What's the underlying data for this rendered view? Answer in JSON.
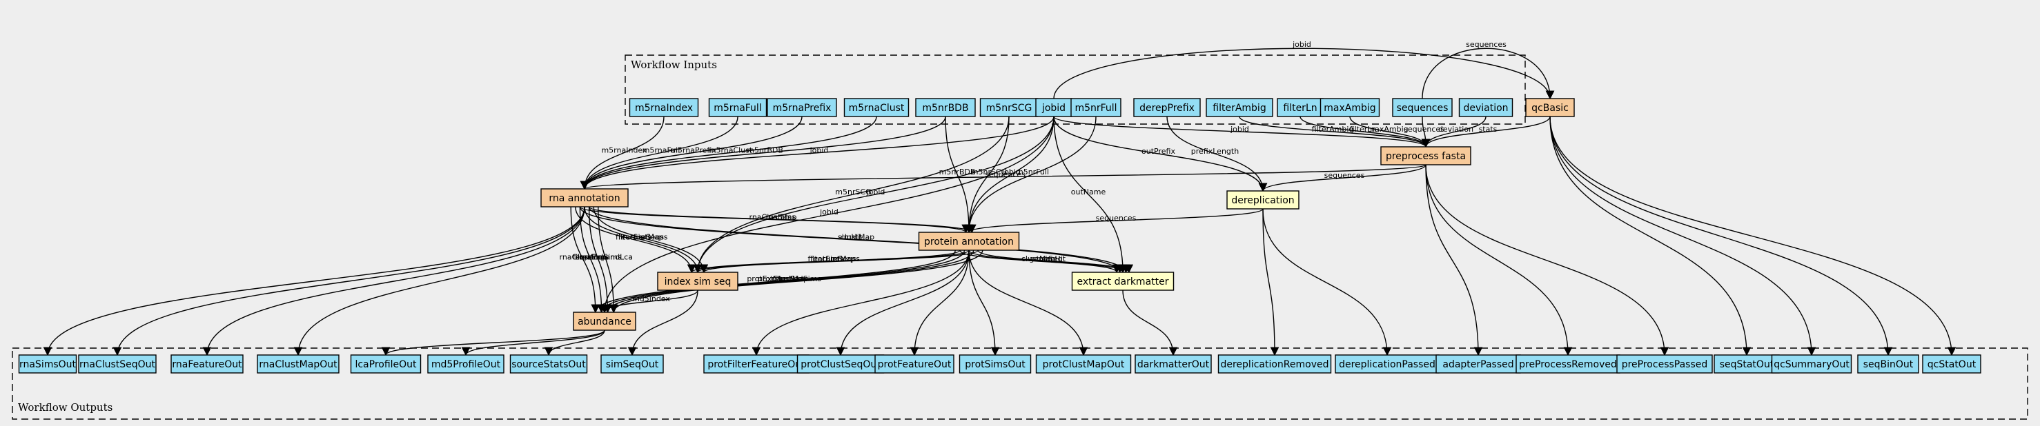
{
  "colors": {
    "input": "#94ddf4",
    "step": "#f7ca9a",
    "tool": "#ffffc8",
    "line": "#000000"
  },
  "clusters": {
    "inputs": "Workflow Inputs",
    "outputs": "Workflow Outputs"
  },
  "nodes": {
    "m5rnaIndex": "m5rnaIndex",
    "m5rnaFull": "m5rnaFull",
    "m5rnaPrefix": "m5rnaPrefix",
    "m5rnaClust": "m5rnaClust",
    "m5nrBDB": "m5nrBDB",
    "m5nrSCG": "m5nrSCG",
    "jobid": "jobid",
    "m5nrFull": "m5nrFull",
    "derepPrefix": "derepPrefix",
    "filterAmbig": "filterAmbig",
    "filterLn": "filterLn",
    "maxAmbig": "maxAmbig",
    "sequences": "sequences",
    "deviation": "deviation",
    "qcBasic": "qcBasic",
    "preprocess": "preprocess fasta",
    "dereplication": "dereplication",
    "rnaAnnotation": "rna annotation",
    "proteinAnnotation": "protein annotation",
    "indexSimSeq": "index sim seq",
    "extractDarkmatter": "extract darkmatter",
    "abundance": "abundance",
    "rnaSimsOut": "rnaSimsOut",
    "rnaClustSeqOut": "rnaClustSeqOut",
    "rnaFeatureOut": "rnaFeatureOut",
    "rnaClustMapOut": "rnaClustMapOut",
    "lcaProfileOut": "lcaProfileOut",
    "md5ProfileOut": "md5ProfileOut",
    "sourceStatsOut": "sourceStatsOut",
    "simSeqOut": "simSeqOut",
    "protFilterFeatureOut": "protFilterFeatureOut",
    "protClustSeqOut": "protClustSeqOut",
    "protFeatureOut": "protFeatureOut",
    "protSimsOut": "protSimsOut",
    "protClustMapOut": "protClustMapOut",
    "darkmatterOut": "darkmatterOut",
    "dereplicationRemoved": "dereplicationRemoved",
    "dereplicationPassed": "dereplicationPassed",
    "adapterPassed": "adapterPassed",
    "preProcessRemoved": "preProcessRemoved",
    "preProcessPassed": "preProcessPassed",
    "seqStatOut": "seqStatOut",
    "qcSummaryOut": "qcSummaryOut",
    "seqBinOut": "seqBinOut",
    "qcStatOut": "qcStatOut"
  },
  "edges": [
    {
      "from": "jobid",
      "to": "qcBasic",
      "label": "jobid"
    },
    {
      "from": "sequences",
      "to": "qcBasic",
      "label": "sequences"
    },
    {
      "from": "jobid",
      "to": "preprocess",
      "label": "jobid"
    },
    {
      "from": "filterAmbig",
      "to": "preprocess",
      "label": "filterAmbig"
    },
    {
      "from": "filterLn",
      "to": "preprocess",
      "label": "filterLn"
    },
    {
      "from": "maxAmbig",
      "to": "preprocess",
      "label": "maxAmbig"
    },
    {
      "from": "sequences",
      "to": "preprocess",
      "label": "sequences"
    },
    {
      "from": "deviation",
      "to": "preprocess",
      "label": "deviation"
    },
    {
      "from": "qcBasic",
      "to": "preprocess",
      "label": "stats"
    },
    {
      "from": "derepPrefix",
      "to": "dereplication",
      "label": "prefixLength"
    },
    {
      "from": "jobid",
      "to": "dereplication",
      "label": "outPrefix"
    },
    {
      "from": "preprocess",
      "to": "dereplication",
      "label": "sequences"
    },
    {
      "from": "m5rnaIndex",
      "to": "rnaAnnotation",
      "label": "m5rnaIndex"
    },
    {
      "from": "m5nrBDB",
      "to": "rnaAnnotation",
      "label": "m5nrBDB"
    },
    {
      "from": "jobid",
      "to": "rnaAnnotation",
      "label": "jobid"
    },
    {
      "from": "m5rnaFull",
      "to": "rnaAnnotation",
      "label": "m5rnaFull"
    },
    {
      "from": "m5rnaPrefix",
      "to": "rnaAnnotation",
      "label": "m5rnaPrefix"
    },
    {
      "from": "m5rnaClust",
      "to": "rnaAnnotation",
      "label": "m5rnaClust"
    },
    {
      "from": "preprocess",
      "to": "rnaAnnotation",
      "label": "sequences"
    },
    {
      "from": "jobid",
      "to": "proteinAnnotation",
      "label": "jobid"
    },
    {
      "from": "m5nrSCG",
      "to": "proteinAnnotation",
      "label": "m5nrSCG"
    },
    {
      "from": "m5nrFull",
      "to": "proteinAnnotation",
      "label": "m5nrFull"
    },
    {
      "from": "m5nrBDB",
      "to": "proteinAnnotation",
      "label": "m5nrBDB"
    },
    {
      "from": "dereplication",
      "to": "proteinAnnotation",
      "label": "sequences"
    },
    {
      "from": "rnaAnnotation",
      "to": "proteinAnnotation",
      "label": "rnaClustMap"
    },
    {
      "from": "rnaAnnotation",
      "to": "proteinAnnotation",
      "label": "rnaSims"
    },
    {
      "from": "jobid",
      "to": "indexSimSeq",
      "label": "jobid"
    },
    {
      "from": "m5nrSCG",
      "to": "indexSimSeq",
      "label": "m5nrSCG"
    },
    {
      "from": "rnaAnnotation",
      "to": "indexSimSeq",
      "label": "filterSims"
    },
    {
      "from": "rnaAnnotation",
      "to": "indexSimSeq",
      "label": "featureSeqs"
    },
    {
      "from": "rnaAnnotation",
      "to": "indexSimSeq",
      "label": "clustMaps"
    },
    {
      "from": "proteinAnnotation",
      "to": "indexSimSeq",
      "label": "filterSims"
    },
    {
      "from": "proteinAnnotation",
      "to": "indexSimSeq",
      "label": "featureSeqs"
    },
    {
      "from": "proteinAnnotation",
      "to": "indexSimSeq",
      "label": "clustMaps"
    },
    {
      "from": "jobid",
      "to": "extractDarkmatter",
      "label": "outName"
    },
    {
      "from": "rnaAnnotation",
      "to": "extractDarkmatter",
      "label": "simHit"
    },
    {
      "from": "rnaAnnotation",
      "to": "extractDarkmatter",
      "label": "clustMap"
    },
    {
      "from": "proteinAnnotation",
      "to": "extractDarkmatter",
      "label": "clustMap"
    },
    {
      "from": "proteinAnnotation",
      "to": "extractDarkmatter",
      "label": "geneSeq"
    },
    {
      "from": "proteinAnnotation",
      "to": "extractDarkmatter",
      "label": "simHit"
    },
    {
      "from": "jobid",
      "to": "abundance",
      "label": "jobid"
    },
    {
      "from": "rnaAnnotation",
      "to": "abundance",
      "label": "rnaClustMap"
    },
    {
      "from": "rnaAnnotation",
      "to": "abundance",
      "label": "filterSims"
    },
    {
      "from": "rnaAnnotation",
      "to": "abundance",
      "label": "expandSims"
    },
    {
      "from": "rnaAnnotation",
      "to": "abundance",
      "label": "rnaExpandLca"
    },
    {
      "from": "proteinAnnotation",
      "to": "abundance",
      "label": "protExpandLca"
    },
    {
      "from": "proteinAnnotation",
      "to": "abundance",
      "label": "protClustMap"
    },
    {
      "from": "proteinAnnotation",
      "to": "abundance",
      "label": "filterSims"
    },
    {
      "from": "proteinAnnotation",
      "to": "abundance",
      "label": "expandSims"
    },
    {
      "from": "indexSimSeq",
      "to": "abundance",
      "label": "md5index"
    },
    {
      "from": "rnaAnnotation",
      "to": "rnaSimsOut",
      "label": ""
    },
    {
      "from": "rnaAnnotation",
      "to": "rnaClustSeqOut",
      "label": ""
    },
    {
      "from": "rnaAnnotation",
      "to": "rnaFeatureOut",
      "label": ""
    },
    {
      "from": "rnaAnnotation",
      "to": "rnaClustMapOut",
      "label": ""
    },
    {
      "from": "abundance",
      "to": "lcaProfileOut",
      "label": ""
    },
    {
      "from": "abundance",
      "to": "md5ProfileOut",
      "label": ""
    },
    {
      "from": "abundance",
      "to": "sourceStatsOut",
      "label": ""
    },
    {
      "from": "indexSimSeq",
      "to": "simSeqOut",
      "label": ""
    },
    {
      "from": "proteinAnnotation",
      "to": "protFilterFeatureOut",
      "label": ""
    },
    {
      "from": "proteinAnnotation",
      "to": "protClustSeqOut",
      "label": ""
    },
    {
      "from": "proteinAnnotation",
      "to": "protFeatureOut",
      "label": ""
    },
    {
      "from": "proteinAnnotation",
      "to": "protSimsOut",
      "label": ""
    },
    {
      "from": "proteinAnnotation",
      "to": "protClustMapOut",
      "label": ""
    },
    {
      "from": "extractDarkmatter",
      "to": "darkmatterOut",
      "label": ""
    },
    {
      "from": "dereplication",
      "to": "dereplicationRemoved",
      "label": ""
    },
    {
      "from": "dereplication",
      "to": "dereplicationPassed",
      "label": ""
    },
    {
      "from": "preprocess",
      "to": "adapterPassed",
      "label": ""
    },
    {
      "from": "preprocess",
      "to": "preProcessRemoved",
      "label": ""
    },
    {
      "from": "preprocess",
      "to": "preProcessPassed",
      "label": ""
    },
    {
      "from": "qcBasic",
      "to": "seqStatOut",
      "label": ""
    },
    {
      "from": "qcBasic",
      "to": "qcSummaryOut",
      "label": ""
    },
    {
      "from": "qcBasic",
      "to": "seqBinOut",
      "label": ""
    },
    {
      "from": "qcBasic",
      "to": "qcStatOut",
      "label": ""
    }
  ]
}
